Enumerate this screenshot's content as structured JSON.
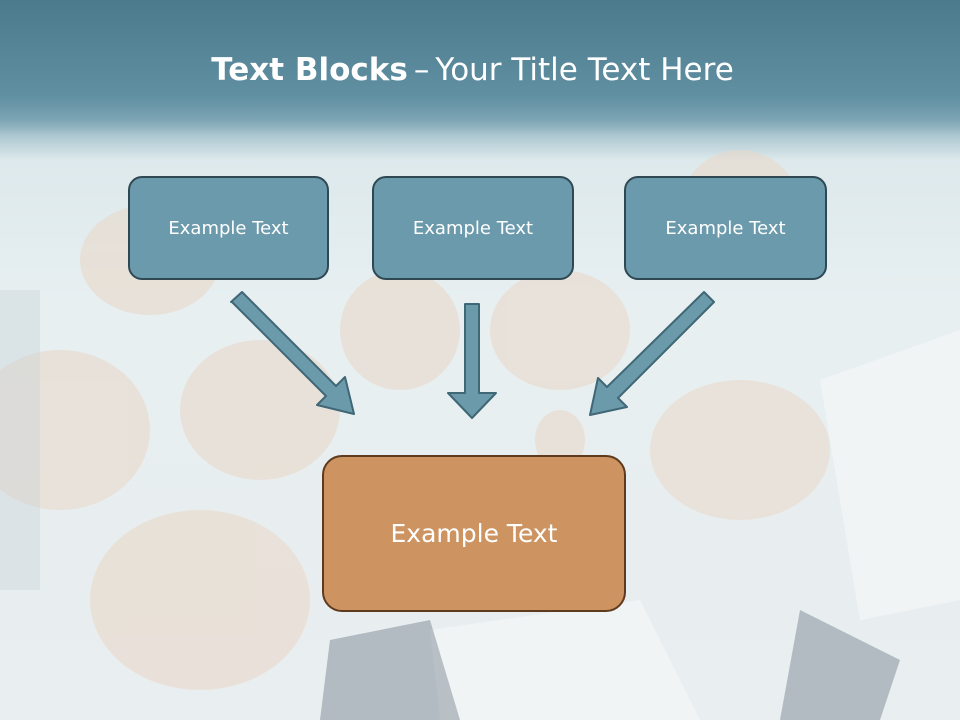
{
  "title": {
    "bold": "Text Blocks",
    "dash": "–",
    "rest": "Your Title Text Here"
  },
  "boxes": [
    {
      "label": "Example Text"
    },
    {
      "label": "Example Text"
    },
    {
      "label": "Example Text"
    }
  ],
  "center_box": {
    "label": "Example Text"
  },
  "colors": {
    "header": "#5f8fa1",
    "top_box_fill": "#6a9aab",
    "top_box_border": "#2f4954",
    "center_fill": "#cd9461",
    "center_border": "#5e3a1e",
    "arrow_fill": "#6b9aab"
  }
}
